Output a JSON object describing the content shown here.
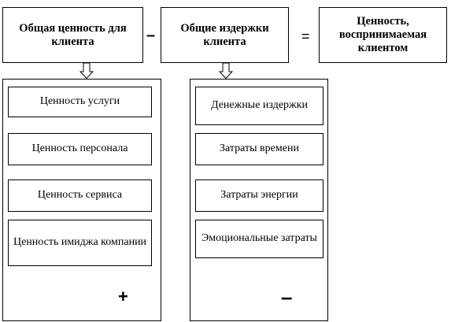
{
  "headers": {
    "total_value": "Общая ценность для клиента",
    "total_costs": "Общие издержки клиента",
    "perceived_value": "Ценность, воспринимаемая клиентом"
  },
  "operators": {
    "minus_top": "–",
    "equals": "=",
    "plus_panel": "+",
    "minus_panel": "–"
  },
  "value_items": [
    "Ценность услуги",
    "Ценность персонала",
    "Ценность сервиса",
    "Ценность имиджа компании"
  ],
  "cost_items": [
    "Денежные издержки",
    "Затраты времени",
    "Затраты энергии",
    "Эмоциональные затраты"
  ]
}
